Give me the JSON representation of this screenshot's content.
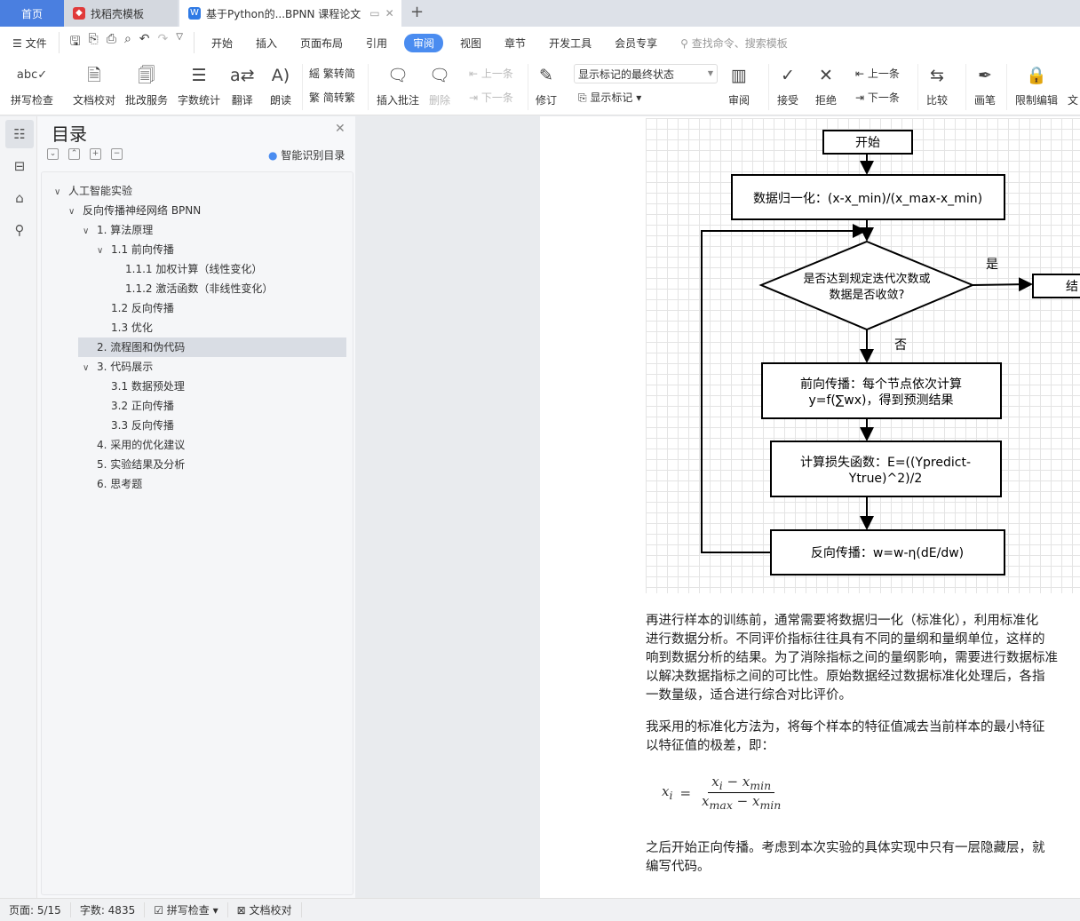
{
  "tabs": {
    "home": "首页",
    "template": "找稻壳模板",
    "document": "基于Python的...BPNN 课程论文"
  },
  "menu": {
    "file": "文件",
    "items": [
      "开始",
      "插入",
      "页面布局",
      "引用",
      "审阅",
      "视图",
      "章节",
      "开发工具",
      "会员专享"
    ],
    "active": "审阅",
    "search_placeholder": "查找命令、搜索模板"
  },
  "toolbar": {
    "spell": "拼写检查",
    "proof": "文档校对",
    "grading": "批改服务",
    "wordcount": "字数统计",
    "translate": "翻译",
    "read": "朗读",
    "t2s": "繁转简",
    "s2t": "简转繁",
    "insert_comment": "插入批注",
    "delete": "删除",
    "prev_comment": "上一条",
    "next_comment": "下一条",
    "track": "修订",
    "markup_state": "显示标记的最终状态",
    "show_markup": "显示标记",
    "review": "审阅",
    "accept": "接受",
    "reject": "拒绝",
    "prev_change": "上一条",
    "next_change": "下一条",
    "compare": "比较",
    "pen": "画笔",
    "restrict": "限制编辑",
    "doc": "文"
  },
  "toc": {
    "title": "目录",
    "smart": "智能识别目录",
    "items": [
      {
        "label": "人工智能实验",
        "level": 0,
        "arrow": true
      },
      {
        "label": "反向传播神经网络 BPNN",
        "level": 1,
        "arrow": true
      },
      {
        "label": "1. 算法原理",
        "level": 2,
        "arrow": true
      },
      {
        "label": "1.1  前向传播",
        "level": 3,
        "arrow": true
      },
      {
        "label": "1.1.1  加权计算（线性变化）",
        "level": 4
      },
      {
        "label": "1.1.2  激活函数（非线性变化）",
        "level": 4
      },
      {
        "label": "1.2  反向传播",
        "level": 3
      },
      {
        "label": "1.3  优化",
        "level": 3
      },
      {
        "label": "2. 流程图和伪代码",
        "level": 2,
        "selected": true
      },
      {
        "label": "3. 代码展示",
        "level": 2,
        "arrow": true
      },
      {
        "label": "3.1  数据预处理",
        "level": 3
      },
      {
        "label": "3.2  正向传播",
        "level": 3
      },
      {
        "label": "3.3  反向传播",
        "level": 3
      },
      {
        "label": "4. 采用的优化建议",
        "level": 2
      },
      {
        "label": "5. 实验结果及分析",
        "level": 2
      },
      {
        "label": "6. 思考题",
        "level": 2
      }
    ]
  },
  "flow": {
    "start": "开始",
    "normalize": "数据归一化：(x-x_min)/(x_max-x_min)",
    "decision_1": "是否达到规定迭代次数或",
    "decision_2": "数据是否收敛?",
    "yes": "是",
    "no": "否",
    "end": "结",
    "forward_1": "前向传播：每个节点依次计算",
    "forward_2": "y=f(∑wx)，得到预测结果",
    "loss_1": "计算损失函数：E=((Ypredict-",
    "loss_2": "Ytrue)^2)/2",
    "backward": "反向传播：w=w-η(dE/dw)"
  },
  "doc": {
    "para1": "再进行样本的训练前，通常需要将数据归一化（标准化），利用标准化\n进行数据分析。不同评价指标往往具有不同的量纲和量纲单位，这样的\n响到数据分析的结果。为了消除指标之间的量纲影响，需要进行数据标准\n以解决数据指标之间的可比性。原始数据经过数据标准化处理后，各指\n一数量级，适合进行综合对比评价。",
    "para2": "我采用的标准化方法为，将每个样本的特征值减去当前样本的最小特征\n以特征值的极差，即：",
    "formula_lhs": "x",
    "formula_num": "x",
    "formula_den": "x",
    "sub_i": "i",
    "sub_min": "min",
    "sub_max": "max",
    "para3": "之后开始正向传播。考虑到本次实验的具体实现中只有一层隐藏层，就\n编写代码。"
  },
  "status": {
    "page": "页面: 5/15",
    "words": "字数: 4835",
    "spell": "拼写检查",
    "proof": "文档校对"
  },
  "colors": {
    "accent": "#4a8cf0",
    "home_tab": "#4a7fe0"
  }
}
